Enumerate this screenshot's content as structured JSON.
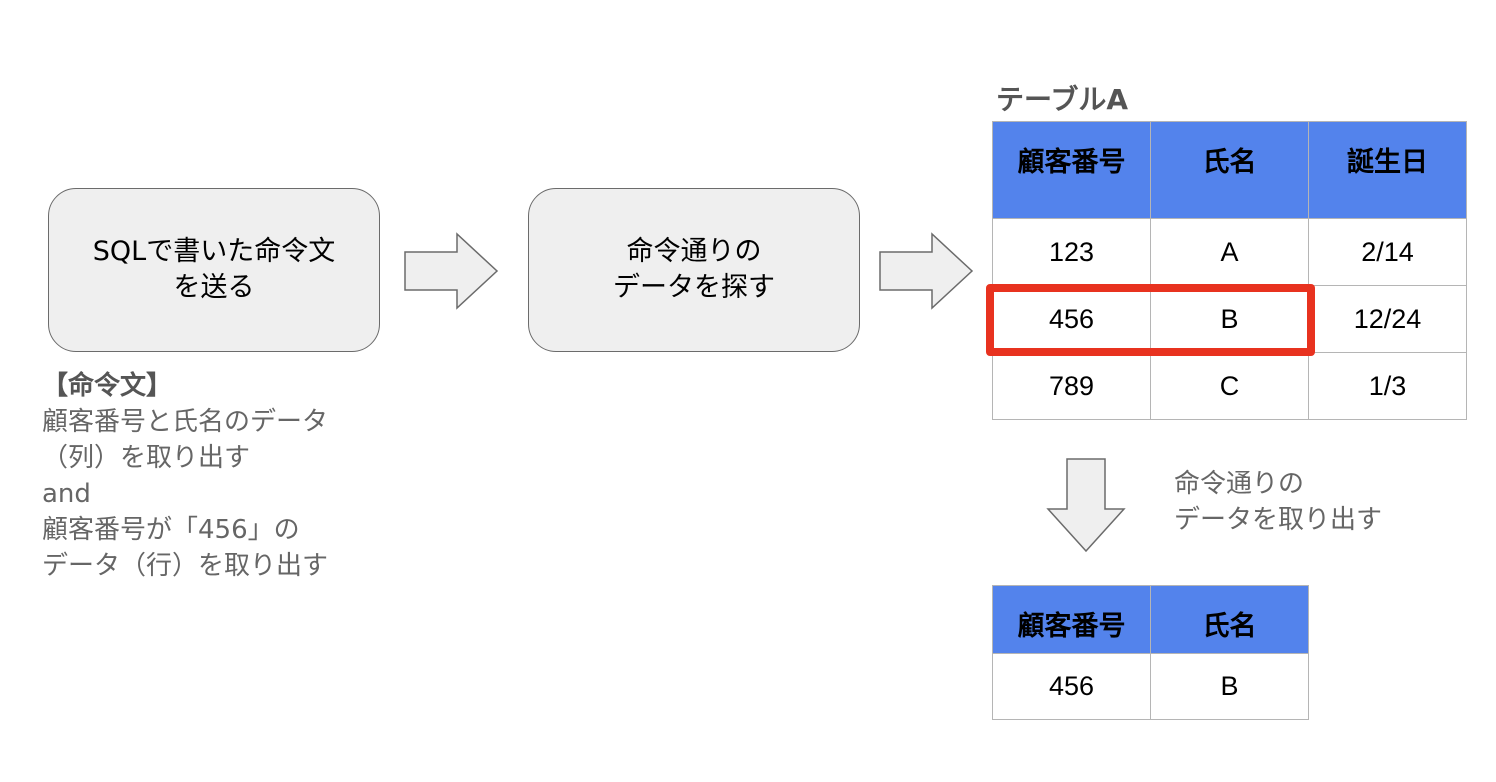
{
  "flow": {
    "step1": {
      "line1": "SQLで書いた命令文",
      "line2": "を送る"
    },
    "step2": {
      "line1": "命令通りの",
      "line2": "データを探す"
    }
  },
  "command_note": {
    "heading": "【命令文】",
    "lines": [
      "顧客番号と氏名のデータ",
      "（列）を取り出す",
      "and",
      "顧客番号が「456」の",
      "データ（行）を取り出す"
    ]
  },
  "table_a": {
    "title": "テーブルA",
    "headers": [
      "顧客番号",
      "氏名",
      "誕生日"
    ],
    "rows": [
      [
        "123",
        "A",
        "2/14"
      ],
      [
        "456",
        "B",
        "12/24"
      ],
      [
        "789",
        "C",
        "1/3"
      ]
    ]
  },
  "extract_note": {
    "line1": "命令通りの",
    "line2": "データを取り出す"
  },
  "result_table": {
    "headers": [
      "顧客番号",
      "氏名"
    ],
    "rows": [
      [
        "456",
        "B"
      ]
    ]
  },
  "colors": {
    "header_fill": "#5383ec",
    "highlight": "#e8321f",
    "box_fill": "#efefef",
    "arrow_fill": "#efefef"
  }
}
